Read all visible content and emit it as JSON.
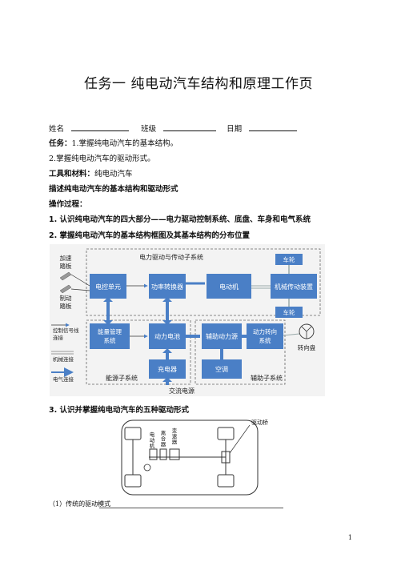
{
  "doc": {
    "title": "任务一  纯电动汽车结构和原理工作页",
    "form": {
      "name_label": "姓名",
      "class_label": "班级",
      "date_label": "日期"
    },
    "task_label": "任务：",
    "task_1": "1.掌握纯电动汽车的基本结构。",
    "task_2": "2.掌握纯电动汽车的驱动形式。",
    "tools_label": "工具和材料：",
    "tools_value": "纯电动汽车",
    "section_heading": "描述纯电动汽车的基本结构和驱动形式",
    "process_label": "操作过程：",
    "step1": "1.  认识纯电动汽车的四大部分——电力驱动控制系统、底盘、车身和电气系统",
    "step2": "2.  掌握纯电动汽车的基本结构框图及其基本结构的分布位置",
    "step3": "3.  认识并掌握纯电动汽车的五种驱动形式",
    "caption1": "（1）传统的驱动模式",
    "page_number": "1"
  },
  "block_diagram": {
    "subsystem_drive": "电力驱动与传动子系统",
    "subsystem_energy": "能源子系统",
    "subsystem_aux": "辅助子系统",
    "accel_pedal": [
      "加速",
      "踏板"
    ],
    "brake_pedal": [
      "制动",
      "踏板"
    ],
    "legend_control": [
      "控制信号线",
      "连接"
    ],
    "legend_mech": "机械连接",
    "legend_elec": "电气连接",
    "ecu": "电控单元",
    "converter": "功率转换器",
    "motor": "电动机",
    "transmission": "机械传动装置",
    "wheel_top": "车轮",
    "wheel_bottom": "车轮",
    "energy_mgmt": [
      "能量管理",
      "系统"
    ],
    "battery": "动力电池",
    "charger": "充电器",
    "aux_power": "辅助动力源",
    "steering_sys": [
      "动力转向",
      "系统"
    ],
    "ac": "空调",
    "steering_wheel": "转向盘",
    "ac_source": "交流电源",
    "colors": {
      "box_fill": "#4a7fc6",
      "box_text": "#ffffff",
      "arrow": "#4a7fc6",
      "bg": "#f3f3f3"
    }
  },
  "drive_diagram": {
    "motor_label": [
      "电",
      "动",
      "机"
    ],
    "clutch_label": [
      "离",
      "合",
      "器"
    ],
    "gearbox_label": [
      "变",
      "速",
      "器"
    ],
    "axle_label": "驱动桥"
  }
}
